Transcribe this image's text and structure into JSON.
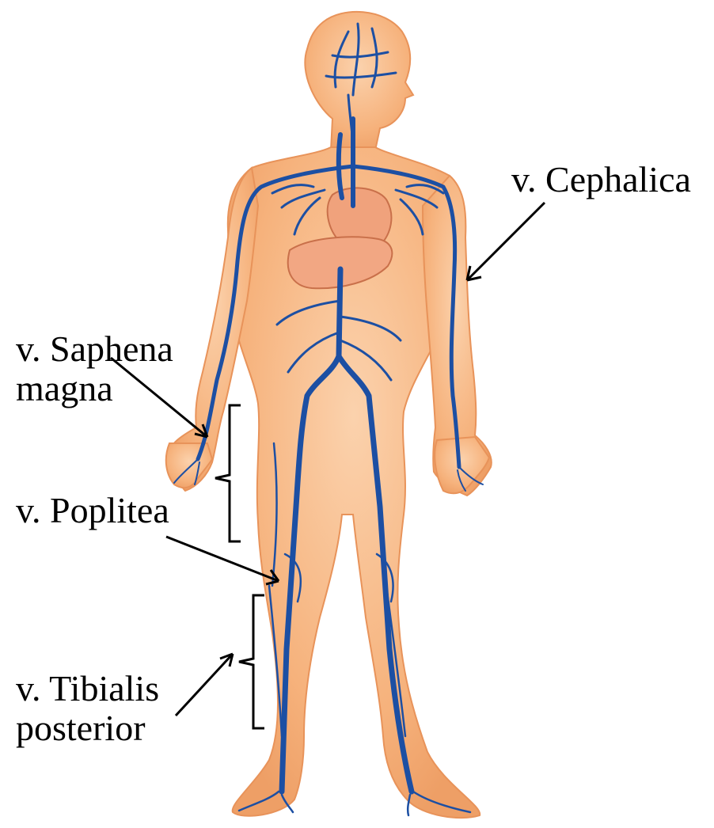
{
  "labels": {
    "cephalica": [
      "v. Cephalica"
    ],
    "saphena": [
      "v. Saphena",
      "magna"
    ],
    "poplitea": [
      "v. Poplitea"
    ],
    "tibialis": [
      "v. Tibialis",
      "posterior"
    ]
  },
  "colors": {
    "skin": "#f6b27c",
    "skin_light": "#fbd2ad",
    "skin_edge": "#e8935a",
    "vein": "#1c4fa3",
    "vein_dark": "#123a80",
    "heart": "#f0a27c",
    "liver": "#f2a783",
    "annotation": "#000000"
  }
}
